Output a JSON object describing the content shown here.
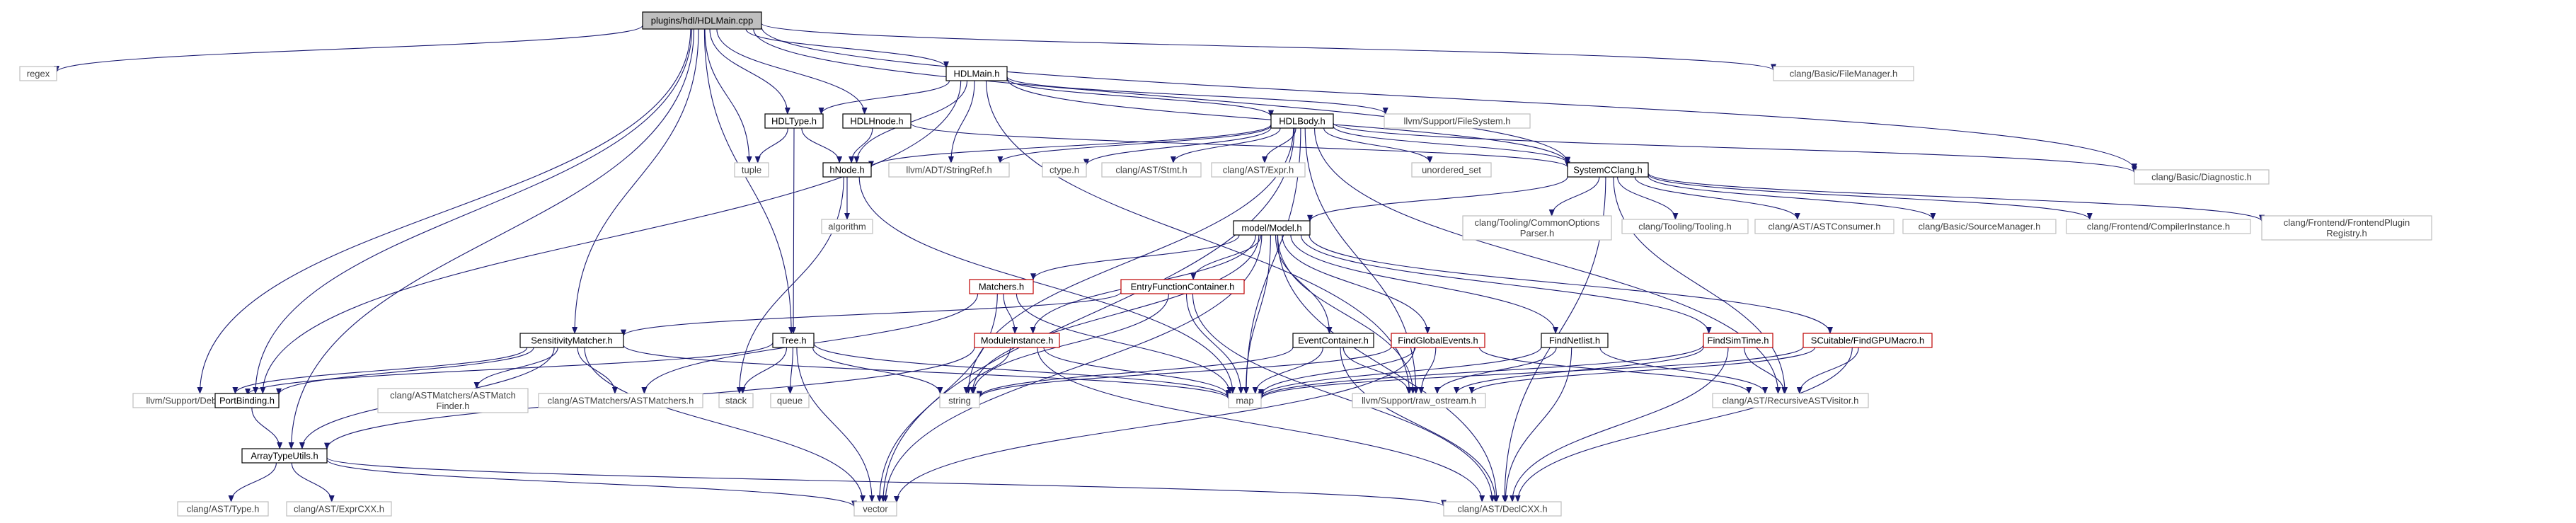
{
  "diagram": {
    "type": "include-dependency-graph",
    "root": "plugins/hdl/HDLMain.cpp",
    "colors": {
      "edge": "#191970",
      "root_fill": "#bfbfbf",
      "documented_border": "#000000",
      "with_incomplete_graph_border": "#bf0000",
      "external_border": "#bfbfbf"
    },
    "nodes": [
      {
        "id": "root",
        "kind": "root",
        "lines": [
          "plugins/hdl/HDLMain.cpp"
        ]
      },
      {
        "id": "regex",
        "kind": "ext",
        "lines": [
          "regex"
        ]
      },
      {
        "id": "HDLMain",
        "kind": "doc",
        "lines": [
          "HDLMain.h"
        ]
      },
      {
        "id": "FileManager",
        "kind": "ext",
        "lines": [
          "clang/Basic/FileManager.h"
        ]
      },
      {
        "id": "Diagnostic",
        "kind": "ext",
        "lines": [
          "clang/Basic/Diagnostic.h"
        ]
      },
      {
        "id": "HDLType",
        "kind": "doc",
        "lines": [
          "HDLType.h"
        ]
      },
      {
        "id": "HDLhnode",
        "kind": "doc",
        "lines": [
          "HDLHnode.h"
        ]
      },
      {
        "id": "HDLBody",
        "kind": "doc",
        "lines": [
          "HDLBody.h"
        ]
      },
      {
        "id": "FileSystem",
        "kind": "ext",
        "lines": [
          "llvm/Support/FileSystem.h"
        ]
      },
      {
        "id": "tuple",
        "kind": "ext",
        "lines": [
          "tuple"
        ]
      },
      {
        "id": "hNode",
        "kind": "doc",
        "lines": [
          "hNode.h"
        ]
      },
      {
        "id": "StringRef",
        "kind": "ext",
        "lines": [
          "llvm/ADT/StringRef.h"
        ]
      },
      {
        "id": "ctype",
        "kind": "ext",
        "lines": [
          "ctype.h"
        ]
      },
      {
        "id": "Stmt",
        "kind": "ext",
        "lines": [
          "clang/AST/Stmt.h"
        ]
      },
      {
        "id": "Expr",
        "kind": "ext",
        "lines": [
          "clang/AST/Expr.h"
        ]
      },
      {
        "id": "unordered_set",
        "kind": "ext",
        "lines": [
          "unordered_set"
        ]
      },
      {
        "id": "SystemCClang",
        "kind": "doc",
        "lines": [
          "SystemCClang.h"
        ]
      },
      {
        "id": "algorithm",
        "kind": "ext",
        "lines": [
          "algorithm"
        ]
      },
      {
        "id": "CommonOptionsParser",
        "kind": "ext",
        "lines": [
          "clang/Tooling/CommonOptions",
          "Parser.h"
        ]
      },
      {
        "id": "Tooling",
        "kind": "ext",
        "lines": [
          "clang/Tooling/Tooling.h"
        ]
      },
      {
        "id": "ASTConsumer",
        "kind": "ext",
        "lines": [
          "clang/AST/ASTConsumer.h"
        ]
      },
      {
        "id": "SourceManager",
        "kind": "ext",
        "lines": [
          "clang/Basic/SourceManager.h"
        ]
      },
      {
        "id": "CompilerInstance",
        "kind": "ext",
        "lines": [
          "clang/Frontend/CompilerInstance.h"
        ]
      },
      {
        "id": "FrontendPluginRegistry",
        "kind": "ext",
        "lines": [
          "clang/Frontend/FrontendPlugin",
          "Registry.h"
        ]
      },
      {
        "id": "Model",
        "kind": "doc",
        "lines": [
          "model/Model.h"
        ]
      },
      {
        "id": "Matchers",
        "kind": "red",
        "lines": [
          "Matchers.h"
        ]
      },
      {
        "id": "EntryFunctionContainer",
        "kind": "red",
        "lines": [
          "EntryFunctionContainer.h"
        ]
      },
      {
        "id": "SensitivityMatcher",
        "kind": "doc",
        "lines": [
          "SensitivityMatcher.h"
        ]
      },
      {
        "id": "ModuleInstance",
        "kind": "red",
        "lines": [
          "ModuleInstance.h"
        ]
      },
      {
        "id": "EventContainer",
        "kind": "doc",
        "lines": [
          "EventContainer.h"
        ]
      },
      {
        "id": "FindGlobalEvents",
        "kind": "red",
        "lines": [
          "FindGlobalEvents.h"
        ]
      },
      {
        "id": "FindNetlist",
        "kind": "doc",
        "lines": [
          "FindNetlist.h"
        ]
      },
      {
        "id": "FindSimTime",
        "kind": "red",
        "lines": [
          "FindSimTime.h"
        ]
      },
      {
        "id": "FindGPUMacro",
        "kind": "red",
        "lines": [
          "SCuitable/FindGPUMacro.h"
        ]
      },
      {
        "id": "Tree",
        "kind": "doc",
        "lines": [
          "Tree.h"
        ]
      },
      {
        "id": "Debug",
        "kind": "ext",
        "lines": [
          "llvm/Support/Debug.h"
        ]
      },
      {
        "id": "PortBinding",
        "kind": "doc",
        "lines": [
          "PortBinding.h"
        ]
      },
      {
        "id": "ASTMatchFinder",
        "kind": "ext",
        "lines": [
          "clang/ASTMatchers/ASTMatch",
          "Finder.h"
        ]
      },
      {
        "id": "ASTMatchers",
        "kind": "ext",
        "lines": [
          "clang/ASTMatchers/ASTMatchers.h"
        ]
      },
      {
        "id": "stack",
        "kind": "ext",
        "lines": [
          "stack"
        ]
      },
      {
        "id": "queue",
        "kind": "ext",
        "lines": [
          "queue"
        ]
      },
      {
        "id": "string",
        "kind": "ext",
        "lines": [
          "string"
        ]
      },
      {
        "id": "map",
        "kind": "ext",
        "lines": [
          "map"
        ]
      },
      {
        "id": "raw_ostream",
        "kind": "ext",
        "lines": [
          "llvm/Support/raw_ostream.h"
        ]
      },
      {
        "id": "RecursiveASTVisitor",
        "kind": "ext",
        "lines": [
          "clang/AST/RecursiveASTVisitor.h"
        ]
      },
      {
        "id": "ArrayTypeUtils",
        "kind": "doc",
        "lines": [
          "ArrayTypeUtils.h"
        ]
      },
      {
        "id": "TypeH",
        "kind": "ext",
        "lines": [
          "clang/AST/Type.h"
        ]
      },
      {
        "id": "ExprCXX",
        "kind": "ext",
        "lines": [
          "clang/AST/ExprCXX.h"
        ]
      },
      {
        "id": "vector",
        "kind": "ext",
        "lines": [
          "vector"
        ]
      },
      {
        "id": "DeclCXX",
        "kind": "ext",
        "lines": [
          "clang/AST/DeclCXX.h"
        ]
      }
    ],
    "edges": [
      [
        "root",
        "regex"
      ],
      [
        "root",
        "HDLMain"
      ],
      [
        "root",
        "FileManager"
      ],
      [
        "root",
        "Diagnostic"
      ],
      [
        "root",
        "HDLType"
      ],
      [
        "root",
        "HDLhnode"
      ],
      [
        "root",
        "tuple"
      ],
      [
        "root",
        "SystemCClang"
      ],
      [
        "root",
        "Tree"
      ],
      [
        "root",
        "SensitivityMatcher"
      ],
      [
        "root",
        "Debug"
      ],
      [
        "root",
        "PortBinding"
      ],
      [
        "root",
        "ArrayTypeUtils"
      ],
      [
        "HDLMain",
        "HDLType"
      ],
      [
        "HDLMain",
        "HDLBody"
      ],
      [
        "HDLMain",
        "FileSystem"
      ],
      [
        "HDLMain",
        "hNode"
      ],
      [
        "HDLMain",
        "StringRef"
      ],
      [
        "HDLMain",
        "SystemCClang"
      ],
      [
        "HDLMain",
        "raw_ostream"
      ],
      [
        "HDLMain",
        "PortBinding"
      ],
      [
        "HDLType",
        "tuple"
      ],
      [
        "HDLType",
        "hNode"
      ],
      [
        "HDLType",
        "Tree"
      ],
      [
        "HDLhnode",
        "hNode"
      ],
      [
        "HDLhnode",
        "SystemCClang"
      ],
      [
        "HDLBody",
        "hNode"
      ],
      [
        "HDLBody",
        "StringRef"
      ],
      [
        "HDLBody",
        "ctype"
      ],
      [
        "HDLBody",
        "Stmt"
      ],
      [
        "HDLBody",
        "Expr"
      ],
      [
        "HDLBody",
        "unordered_set"
      ],
      [
        "HDLBody",
        "SystemCClang"
      ],
      [
        "HDLBody",
        "Diagnostic"
      ],
      [
        "HDLBody",
        "vector"
      ],
      [
        "HDLBody",
        "string"
      ],
      [
        "HDLBody",
        "raw_ostream"
      ],
      [
        "HDLBody",
        "RecursiveASTVisitor"
      ],
      [
        "HDLBody",
        "map"
      ],
      [
        "hNode",
        "algorithm"
      ],
      [
        "hNode",
        "stack"
      ],
      [
        "hNode",
        "map"
      ],
      [
        "SystemCClang",
        "CommonOptionsParser"
      ],
      [
        "SystemCClang",
        "Tooling"
      ],
      [
        "SystemCClang",
        "ASTConsumer"
      ],
      [
        "SystemCClang",
        "SourceManager"
      ],
      [
        "SystemCClang",
        "CompilerInstance"
      ],
      [
        "SystemCClang",
        "FrontendPluginRegistry"
      ],
      [
        "SystemCClang",
        "Model"
      ],
      [
        "SystemCClang",
        "RecursiveASTVisitor"
      ],
      [
        "SystemCClang",
        "DeclCXX"
      ],
      [
        "Model",
        "Matchers"
      ],
      [
        "Model",
        "EntryFunctionContainer"
      ],
      [
        "Model",
        "ModuleInstance"
      ],
      [
        "Model",
        "EventContainer"
      ],
      [
        "Model",
        "FindGlobalEvents"
      ],
      [
        "Model",
        "FindNetlist"
      ],
      [
        "Model",
        "FindSimTime"
      ],
      [
        "Model",
        "FindGPUMacro"
      ],
      [
        "Model",
        "map"
      ],
      [
        "Model",
        "string"
      ],
      [
        "Model",
        "vector"
      ],
      [
        "Model",
        "raw_ostream"
      ],
      [
        "Model",
        "DeclCXX"
      ],
      [
        "Matchers",
        "ModuleInstance"
      ],
      [
        "Matchers",
        "ASTMatchers"
      ],
      [
        "Matchers",
        "vector"
      ],
      [
        "Matchers",
        "map"
      ],
      [
        "EntryFunctionContainer",
        "SensitivityMatcher"
      ],
      [
        "EntryFunctionContainer",
        "string"
      ],
      [
        "EntryFunctionContainer",
        "map"
      ],
      [
        "EntryFunctionContainer",
        "DeclCXX"
      ],
      [
        "SensitivityMatcher",
        "Debug"
      ],
      [
        "SensitivityMatcher",
        "PortBinding"
      ],
      [
        "SensitivityMatcher",
        "ASTMatchFinder"
      ],
      [
        "SensitivityMatcher",
        "ASTMatchers"
      ],
      [
        "SensitivityMatcher",
        "ArrayTypeUtils"
      ],
      [
        "SensitivityMatcher",
        "vector"
      ],
      [
        "SensitivityMatcher",
        "map"
      ],
      [
        "ModuleInstance",
        "string"
      ],
      [
        "ModuleInstance",
        "map"
      ],
      [
        "ModuleInstance",
        "DeclCXX"
      ],
      [
        "ModuleInstance",
        "ArrayTypeUtils"
      ],
      [
        "EventContainer",
        "string"
      ],
      [
        "EventContainer",
        "map"
      ],
      [
        "EventContainer",
        "raw_ostream"
      ],
      [
        "EventContainer",
        "DeclCXX"
      ],
      [
        "FindGlobalEvents",
        "map"
      ],
      [
        "FindGlobalEvents",
        "string"
      ],
      [
        "FindGlobalEvents",
        "raw_ostream"
      ],
      [
        "FindGlobalEvents",
        "RecursiveASTVisitor"
      ],
      [
        "FindGlobalEvents",
        "vector"
      ],
      [
        "FindNetlist",
        "map"
      ],
      [
        "FindNetlist",
        "raw_ostream"
      ],
      [
        "FindNetlist",
        "RecursiveASTVisitor"
      ],
      [
        "FindNetlist",
        "DeclCXX"
      ],
      [
        "FindSimTime",
        "map"
      ],
      [
        "FindSimTime",
        "raw_ostream"
      ],
      [
        "FindSimTime",
        "RecursiveASTVisitor"
      ],
      [
        "FindSimTime",
        "DeclCXX"
      ],
      [
        "FindGPUMacro",
        "map"
      ],
      [
        "FindGPUMacro",
        "raw_ostream"
      ],
      [
        "FindGPUMacro",
        "RecursiveASTVisitor"
      ],
      [
        "FindGPUMacro",
        "DeclCXX"
      ],
      [
        "Tree",
        "stack"
      ],
      [
        "Tree",
        "queue"
      ],
      [
        "Tree",
        "string"
      ],
      [
        "Tree",
        "map"
      ],
      [
        "Tree",
        "vector"
      ],
      [
        "Tree",
        "Debug"
      ],
      [
        "PortBinding",
        "ArrayTypeUtils"
      ],
      [
        "ArrayTypeUtils",
        "TypeH"
      ],
      [
        "ArrayTypeUtils",
        "ExprCXX"
      ],
      [
        "ArrayTypeUtils",
        "vector"
      ],
      [
        "ArrayTypeUtils",
        "DeclCXX"
      ]
    ]
  }
}
